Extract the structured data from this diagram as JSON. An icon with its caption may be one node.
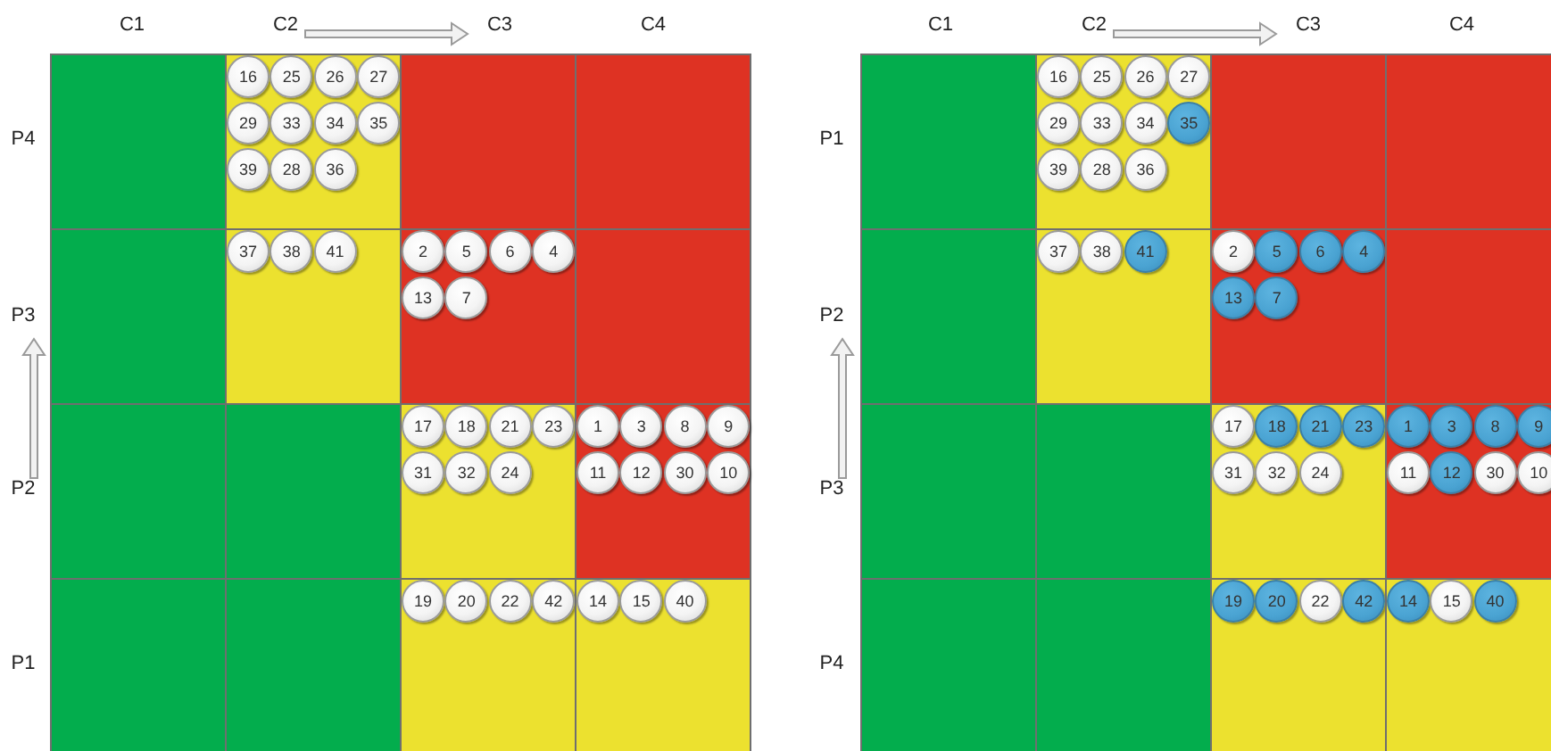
{
  "diagram": {
    "nodes": [
      {
        "text": [],
        "shape": "box"
      },
      {
        "text": [],
        "shape": "box"
      },
      {
        "text": [
          "16"
        ],
        "in": 1
      },
      {
        "text": [
          "25"
        ],
        "in": 1
      },
      {
        "text": [
          "26"
        ],
        "in": 1
      },
      {
        "text": [
          "27"
        ],
        "in": 1
      },
      {
        "text": [
          "29"
        ],
        "in": 1
      },
      {
        "text": [
          "33"
        ],
        "in": 1
      },
      {
        "text": [
          "34"
        ],
        "in": 1
      },
      {
        "text": [
          "35"
        ],
        "in": 1
      },
      {
        "text": [
          "39"
        ],
        "in": 1
      },
      {
        "text": [
          "28"
        ],
        "in": 1
      },
      {
        "text": [
          "36"
        ],
        "in": 1
      },
      {
        "text": [],
        "shape": "box"
      },
      {
        "text": [],
        "shape": "box"
      },
      {
        "text": [],
        "shape": "box"
      },
      {
        "text": [],
        "shape": "box"
      },
      {
        "text": [
          "37"
        ],
        "in": 16
      },
      {
        "text": [
          "38"
        ],
        "in": 16
      },
      {
        "text": [
          "41"
        ],
        "in": 16
      },
      {
        "text": [],
        "shape": "box"
      },
      {
        "text": [
          "2"
        ],
        "in": 20
      },
      {
        "text": [
          "5"
        ],
        "in": 20
      },
      {
        "text": [
          "6"
        ],
        "in": 20
      },
      {
        "text": [
          "4"
        ],
        "in": 20
      },
      {
        "text": [
          "13"
        ],
        "in": 20
      },
      {
        "text": [
          "7"
        ],
        "in": 20
      },
      {
        "text": [],
        "shape": "box"
      },
      {
        "text": [],
        "shape": "box"
      },
      {
        "text": [],
        "shape": "box"
      },
      {
        "text": [],
        "shape": "box"
      },
      {
        "text": [
          "17"
        ],
        "in": 30
      },
      {
        "text": [
          "18"
        ],
        "in": 30
      },
      {
        "text": [
          "21"
        ],
        "in": 30
      },
      {
        "text": [
          "23"
        ],
        "in": 30
      },
      {
        "text": [
          "31"
        ],
        "in": 30
      },
      {
        "text": [
          "32"
        ],
        "in": 30
      },
      {
        "text": [
          "24"
        ],
        "in": 30
      },
      {
        "text": [],
        "shape": "box"
      },
      {
        "text": [
          "1"
        ],
        "in": 38
      },
      {
        "text": [
          "3"
        ],
        "in": 38
      },
      {
        "text": [
          "8"
        ],
        "in": 38
      },
      {
        "text": [
          "9"
        ],
        "in": 38
      },
      {
        "text": [
          "11"
        ],
        "in": 38
      },
      {
        "text": [
          "12"
        ],
        "in": 38
      },
      {
        "text": [
          "30"
        ],
        "in": 38
      },
      {
        "text": [
          "10"
        ],
        "in": 38
      },
      {
        "text": [],
        "shape": "box"
      },
      {
        "text": [],
        "shape": "box"
      },
      {
        "text": [],
        "shape": "box"
      },
      {
        "text": [
          "19"
        ],
        "in": 49
      },
      {
        "text": [
          "20"
        ],
        "in": 49
      },
      {
        "text": [
          "22"
        ],
        "in": 49
      },
      {
        "text": [
          "42"
        ],
        "in": 49
      },
      {
        "text": [],
        "shape": "box"
      },
      {
        "text": [
          "14"
        ],
        "in": 54
      },
      {
        "text": [
          "15"
        ],
        "in": 54
      },
      {
        "text": [
          "40"
        ],
        "in": 54
      },
      {
        "text": [],
        "shape": "box"
      },
      {
        "text": [],
        "shape": "box"
      },
      {
        "text": [
          "16"
        ],
        "in": 59
      },
      {
        "text": [
          "25"
        ],
        "in": 59
      },
      {
        "text": [
          "26"
        ],
        "in": 59
      },
      {
        "text": [
          "27"
        ],
        "in": 59
      },
      {
        "text": [
          "29"
        ],
        "in": 59
      },
      {
        "text": [
          "33"
        ],
        "in": 59
      },
      {
        "text": [
          "34"
        ],
        "in": 59
      },
      {
        "text": [
          "35"
        ],
        "in": 59
      },
      {
        "text": [
          "39"
        ],
        "in": 59
      },
      {
        "text": [
          "28"
        ],
        "in": 59
      },
      {
        "text": [
          "36"
        ],
        "in": 59
      },
      {
        "text": [],
        "shape": "box"
      },
      {
        "text": [],
        "shape": "box"
      },
      {
        "text": [],
        "shape": "box"
      },
      {
        "text": [],
        "shape": "box"
      },
      {
        "text": [
          "37"
        ],
        "in": 74
      },
      {
        "text": [
          "38"
        ],
        "in": 74
      },
      {
        "text": [
          "41"
        ],
        "in": 74
      },
      {
        "text": [],
        "shape": "box"
      },
      {
        "text": [
          "2"
        ],
        "in": 78
      },
      {
        "text": [
          "5"
        ],
        "in": 78
      },
      {
        "text": [
          "6"
        ],
        "in": 78
      },
      {
        "text": [
          "4"
        ],
        "in": 78
      },
      {
        "text": [
          "13"
        ],
        "in": 78
      },
      {
        "text": [
          "7"
        ],
        "in": 78
      },
      {
        "text": [],
        "shape": "box"
      },
      {
        "text": [],
        "shape": "box"
      },
      {
        "text": [],
        "shape": "box"
      },
      {
        "text": [],
        "shape": "box"
      },
      {
        "text": [
          "17"
        ],
        "in": 88
      },
      {
        "text": [
          "18"
        ],
        "in": 88
      },
      {
        "text": [
          "21"
        ],
        "in": 88
      },
      {
        "text": [
          "23"
        ],
        "in": 88
      },
      {
        "text": [
          "31"
        ],
        "in": 88
      },
      {
        "text": [
          "32"
        ],
        "in": 88
      },
      {
        "text": [
          "24"
        ],
        "in": 88
      },
      {
        "text": [],
        "shape": "box"
      },
      {
        "text": [
          "1"
        ],
        "in": 96
      },
      {
        "text": [
          "3"
        ],
        "in": 96
      },
      {
        "text": [
          "8"
        ],
        "in": 96
      },
      {
        "text": [
          "9"
        ],
        "in": 96
      },
      {
        "text": [
          "11"
        ],
        "in": 96
      },
      {
        "text": [
          "12"
        ],
        "in": 96
      },
      {
        "text": [
          "30"
        ],
        "in": 96
      },
      {
        "text": [
          "10"
        ],
        "in": 96
      },
      {
        "text": [],
        "shape": "box"
      },
      {
        "text": [],
        "shape": "box"
      },
      {
        "text": [],
        "shape": "box"
      },
      {
        "text": [
          "19"
        ],
        "in": 107
      },
      {
        "text": [
          "20"
        ],
        "in": 107
      },
      {
        "text": [
          "22"
        ],
        "in": 107
      },
      {
        "text": [
          "42"
        ],
        "in": 107
      },
      {
        "text": [],
        "shape": "box"
      },
      {
        "text": [
          "14"
        ],
        "in": 112
      },
      {
        "text": [
          "15"
        ],
        "in": 112
      },
      {
        "text": [
          "40"
        ],
        "in": 112
      }
    ],
    "labels": [
      "C1",
      "C2",
      "C3",
      "C4",
      "P4",
      "P3",
      "P2",
      "P1",
      "C1",
      "C2",
      "C3",
      "C4",
      "P1",
      "P2",
      "P3",
      "P4"
    ]
  }
}
